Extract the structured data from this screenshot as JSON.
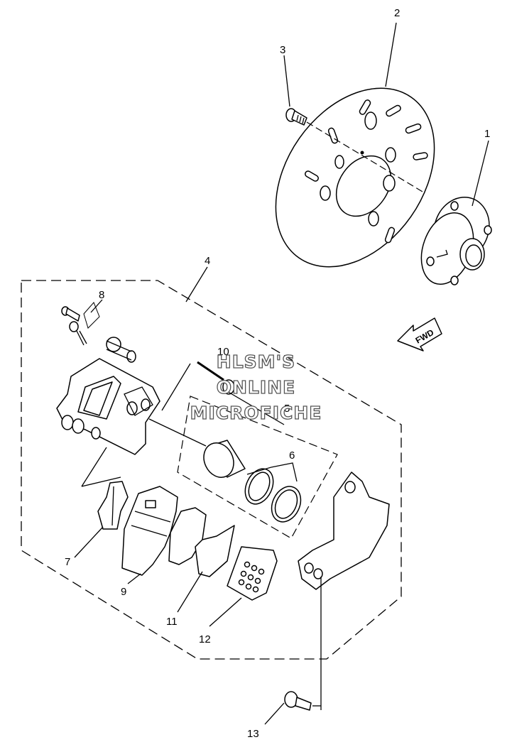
{
  "callouts": {
    "c1": "1",
    "c2": "2",
    "c3": "3",
    "c4": "4",
    "c5": "5",
    "c6": "6",
    "c7": "7",
    "c8": "8",
    "c9": "9",
    "c10": "10",
    "c11": "11",
    "c12": "12",
    "c13": "13"
  },
  "fwd_arrow_label": "FWD",
  "watermark": [
    "HLSM'S",
    "ONLINE",
    "MICROFICHE"
  ]
}
